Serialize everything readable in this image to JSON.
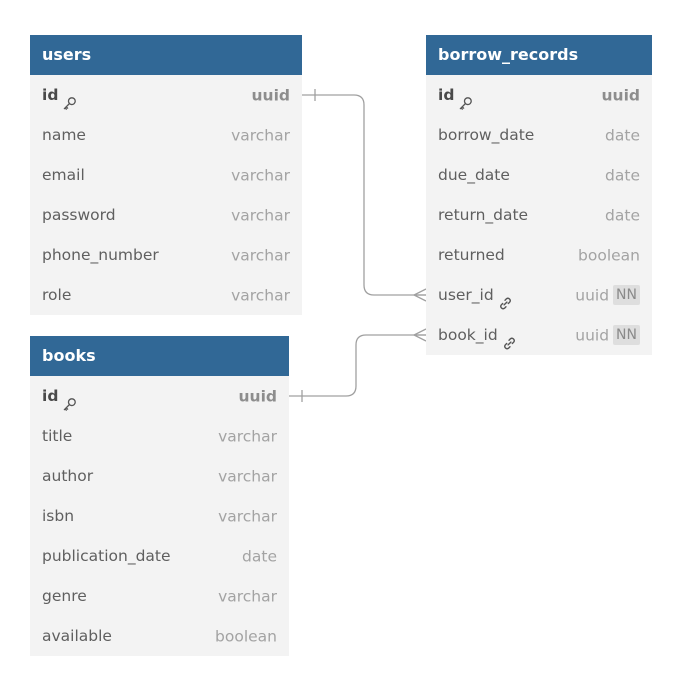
{
  "tables": {
    "users": {
      "name": "users",
      "columns": [
        {
          "name": "id",
          "type": "uuid",
          "pk": true
        },
        {
          "name": "name",
          "type": "varchar"
        },
        {
          "name": "email",
          "type": "varchar"
        },
        {
          "name": "password",
          "type": "varchar"
        },
        {
          "name": "phone_number",
          "type": "varchar"
        },
        {
          "name": "role",
          "type": "varchar"
        }
      ]
    },
    "books": {
      "name": "books",
      "columns": [
        {
          "name": "id",
          "type": "uuid",
          "pk": true
        },
        {
          "name": "title",
          "type": "varchar"
        },
        {
          "name": "author",
          "type": "varchar"
        },
        {
          "name": "isbn",
          "type": "varchar"
        },
        {
          "name": "publication_date",
          "type": "date"
        },
        {
          "name": "genre",
          "type": "varchar"
        },
        {
          "name": "available",
          "type": "boolean"
        }
      ]
    },
    "borrow_records": {
      "name": "borrow_records",
      "columns": [
        {
          "name": "id",
          "type": "uuid",
          "pk": true
        },
        {
          "name": "borrow_date",
          "type": "date"
        },
        {
          "name": "due_date",
          "type": "date"
        },
        {
          "name": "return_date",
          "type": "date"
        },
        {
          "name": "returned",
          "type": "boolean"
        },
        {
          "name": "user_id",
          "type": "uuid",
          "fk": true,
          "badge": "NN"
        },
        {
          "name": "book_id",
          "type": "uuid",
          "fk": true,
          "badge": "NN"
        }
      ]
    }
  },
  "relations": [
    {
      "from": "users.id",
      "to": "borrow_records.user_id",
      "from_cardinality": "one",
      "to_cardinality": "many"
    },
    {
      "from": "books.id",
      "to": "borrow_records.book_id",
      "from_cardinality": "one",
      "to_cardinality": "many"
    }
  ],
  "colors": {
    "header": "#316896",
    "table_bg": "#f3f3f3",
    "edge": "#a0a0a0"
  },
  "icons": {
    "pk": "key-icon",
    "fk": "link-icon"
  }
}
